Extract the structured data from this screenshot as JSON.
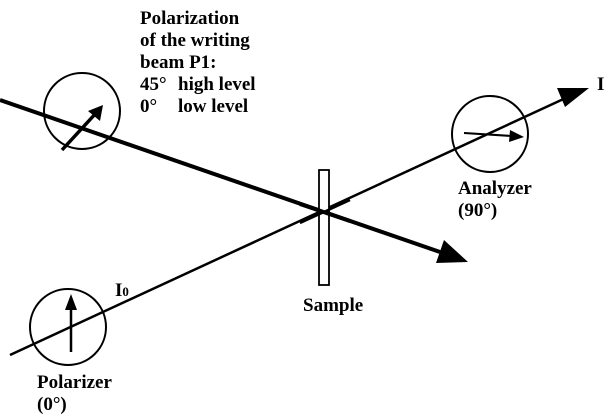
{
  "diagram": {
    "writing_beam_label": {
      "line1": "Polarization",
      "line2": "of the writing",
      "line3": "beam  P1:",
      "high_angle": "45°",
      "high_text": "high level",
      "low_angle": "0°",
      "low_text": "low level"
    },
    "input_intensity": {
      "base": "I",
      "subscript": "0"
    },
    "output_intensity": "I",
    "analyzer": {
      "name": "Analyzer",
      "angle": "(90°)"
    },
    "sample": "Sample",
    "polarizer": {
      "name": "Polarizer",
      "angle": "(0°)"
    },
    "colors": {
      "ink": "#000000",
      "background": "#ffffff"
    }
  }
}
